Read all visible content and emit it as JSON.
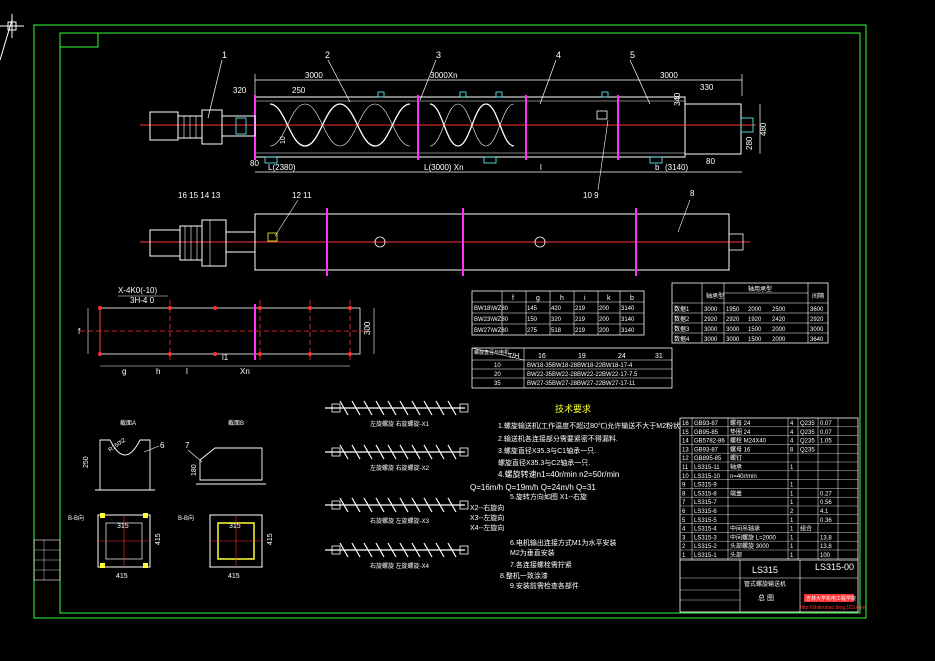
{
  "colors": {
    "background": "#000000",
    "frame": "#33ff33",
    "outline": "#ffffff",
    "centerline": "#ff3333",
    "flange": "#ff33ff",
    "dimension": "#5fffff",
    "note": "#ffff33"
  },
  "balloons": [
    "1",
    "2",
    "3",
    "4",
    "5"
  ],
  "top_dims": {
    "d1": "3000",
    "d2": "3000Xn",
    "d3": "3000",
    "d4": "320",
    "d5": "250",
    "d6": "330",
    "d7": "340",
    "d8": "280",
    "d9": "480",
    "d10": "80",
    "d11": "80",
    "d12": "L(2380)",
    "d13": "L(3000) Xn",
    "d14": "L",
    "d15": "l",
    "d16": "(3140)",
    "d17": "b",
    "d18": "10"
  },
  "part_labels": {
    "left": "16 15 14 13",
    "mid1": "12 11",
    "mid2": "10 9",
    "right": "8"
  },
  "section_dims": {
    "title": "X-4K0(-10)",
    "sub": "3H-4 0",
    "f": "f",
    "g": "g",
    "h": "h",
    "l": "l",
    "l1": "l1",
    "xn": "Xn",
    "h300": "300"
  },
  "table_a": {
    "headers": [
      "",
      "f",
      "g",
      "h",
      "i",
      "k",
      "b"
    ],
    "rows": [
      [
        "BW18\\WZ80",
        "145",
        "420",
        "219",
        "200",
        "3140"
      ],
      [
        "BW23\\WZ80",
        "150",
        "320",
        "219",
        "200",
        "3140"
      ],
      [
        "BW27\\WZ80",
        "275",
        "518",
        "219",
        "200",
        "3140"
      ]
    ]
  },
  "table_b": {
    "title": "螺旋直径与电机",
    "headers": [
      "T/H",
      "16",
      "19",
      "24",
      "31"
    ],
    "rows": [
      [
        "10",
        "BW18-35BW18-28BW18-22BW18-17-4"
      ],
      [
        "20",
        "BW22-35BW22-28BW22-22BW22-17-7.5"
      ],
      [
        "35",
        "BW27-35BW27-28BW27-22BW27-17-11"
      ]
    ]
  },
  "table_c": {
    "headers": [
      "",
      "轴承型",
      "轴用承型",
      "间隔"
    ],
    "rows": [
      [
        "数据1",
        "3000",
        "1950",
        "2000",
        "2500",
        "3600"
      ],
      [
        "数据2",
        "2920",
        "2920",
        "1920",
        "2420",
        "2920"
      ],
      [
        "数据3",
        "3000",
        "3000",
        "1500",
        "2000",
        "3000"
      ],
      [
        "数据4",
        "3000",
        "3000",
        "1500",
        "2000",
        "3640"
      ]
    ]
  },
  "tech_notes": {
    "heading": "技术要求",
    "lines": [
      "1.螺旋输送机(工作温度不超过80℃)允许输送不大于M2粉状",
      "2.输送机各连接部分需要紧密不得漏料.",
      "3.螺旋直径X35.3与C1轴承一只.",
      "螺旋直径X35.3与C2轴承一只.",
      "4.螺旋转速n1=40r/min n2=50r/min",
      "Q=16m/h   Q=19m/h   Q=24m/h   Q=31",
      "5.旋转方向如图 X1--右旋",
      "X2--右旋向",
      "X3--左旋向",
      "X4--左旋向",
      "6.电机输出连接方式M1为水平安装",
      "M2为垂直安装",
      "7.各连接螺栓需拧紧",
      "8.整机一致涂漆",
      "9.安装前需检查各部件"
    ]
  },
  "screws": [
    {
      "label": "左旋螺旋 右旋螺旋-X1"
    },
    {
      "label": "左旋螺旋 右旋螺旋-X2"
    },
    {
      "label": "右旋螺旋 左旋螺旋-X3"
    },
    {
      "label": "右旋螺旋 左旋螺旋-X4"
    }
  ],
  "detail_views": {
    "v6_label": "6",
    "v7_label": "7",
    "h250": "250",
    "r": "R150\\2",
    "h180": "180",
    "w315": "315",
    "h415": "415",
    "w415": "415",
    "w315b": "315",
    "h415b": "415",
    "w415b": "415",
    "sec1": "B-B向",
    "sec2": "B-B向",
    "a1": "截面A",
    "a2": "截面B"
  },
  "bom": {
    "rows": [
      [
        "16",
        "GB93-87",
        "螺母 24",
        "4",
        "Q235",
        "0.07"
      ],
      [
        "15",
        "GB95-85",
        "垫圈 24",
        "4",
        "Q235",
        "0.07"
      ],
      [
        "14",
        "GB5782-86",
        "螺栓 M24X40",
        "4",
        "Q235",
        "1.05"
      ],
      [
        "13",
        "GB93-87",
        "螺母 16",
        "8",
        "Q235",
        ""
      ],
      [
        "12",
        "GB895-85",
        "螺钉",
        "",
        "",
        ""
      ],
      [
        "11",
        "LS315-11",
        "轴承",
        "1",
        "",
        ""
      ],
      [
        "10",
        "LS315-10",
        "n=40r/min",
        "",
        "",
        ""
      ],
      [
        "9",
        "LS315-9",
        "",
        "1",
        "",
        ""
      ],
      [
        "8",
        "LS315-8",
        "端盖",
        "1",
        "",
        "0.27"
      ],
      [
        "7",
        "LS315-7",
        "",
        "1",
        "",
        "0.56"
      ],
      [
        "6",
        "LS315-6",
        "",
        "2",
        "",
        "4.1"
      ],
      [
        "5",
        "LS315-5",
        "",
        "1",
        "",
        "0.36"
      ],
      [
        "4",
        "LS315-4",
        "中间吊轴承",
        "1",
        "组合",
        ""
      ],
      [
        "3",
        "LS315-3",
        "中间螺旋 L=2000",
        "1",
        "",
        "13.8"
      ],
      [
        "2",
        "LS315-2",
        "头部螺旋 3000",
        "1",
        "",
        "13.8"
      ],
      [
        "1",
        "LS315-1",
        "头部",
        "1",
        "",
        "100"
      ]
    ],
    "drawing_no_left": "LS315",
    "drawing_no_right": "LS315-00",
    "drawing_title": "管式螺旋输送机",
    "name": "总 图",
    "footer_note": "吉林大学机电工程学院",
    "url": "http://shitouhao.blog.163.com"
  }
}
